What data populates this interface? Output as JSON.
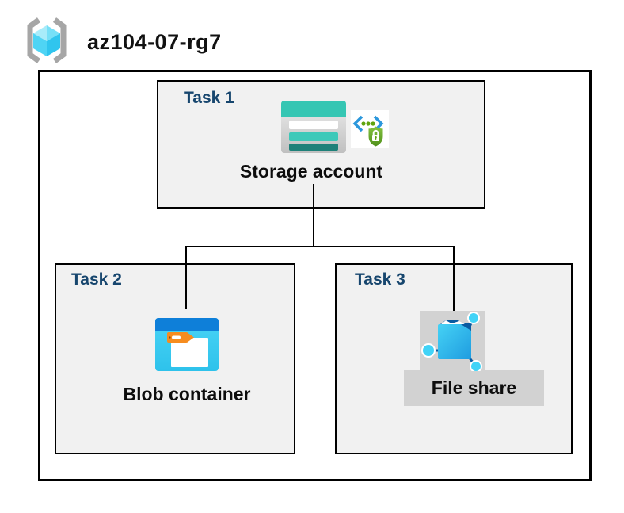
{
  "header": {
    "title": "az104-07-rg7",
    "icon": "resource-group-icon"
  },
  "tasks": [
    {
      "label": "Task 1",
      "resource": "Storage account",
      "icons": [
        "storage-account-icon",
        "sas-security-icon"
      ]
    },
    {
      "label": "Task 2",
      "resource": "Blob container",
      "icons": [
        "blob-container-icon"
      ]
    },
    {
      "label": "Task 3",
      "resource": "File share",
      "icons": [
        "file-share-icon"
      ],
      "highlighted": true
    }
  ],
  "connections": [
    {
      "from": "Storage account",
      "to": "Blob container"
    },
    {
      "from": "Storage account",
      "to": "File share"
    }
  ],
  "colors": {
    "task_label_navy": "#17466e",
    "box_fill_gray": "#f1f1f1",
    "highlight_gray": "#d2d2d2",
    "outline_black": "#000000",
    "storage_teal": "#35c6b3",
    "storage_teal_dark": "#1e8179",
    "blob_top_blue": "#0e7fd9",
    "blob_body_cyan": "#3ecdf2",
    "tag_orange": "#f68c1f",
    "fileshare_cyan": "#41d3f7",
    "fileshare_navy": "#0a5aa0",
    "shield_green": "#69af25",
    "code_bracket_blue": "#2b97dc",
    "rg_bracket_gray": "#a6a6a6",
    "rg_cube_cyan": "#4fd4f4"
  }
}
